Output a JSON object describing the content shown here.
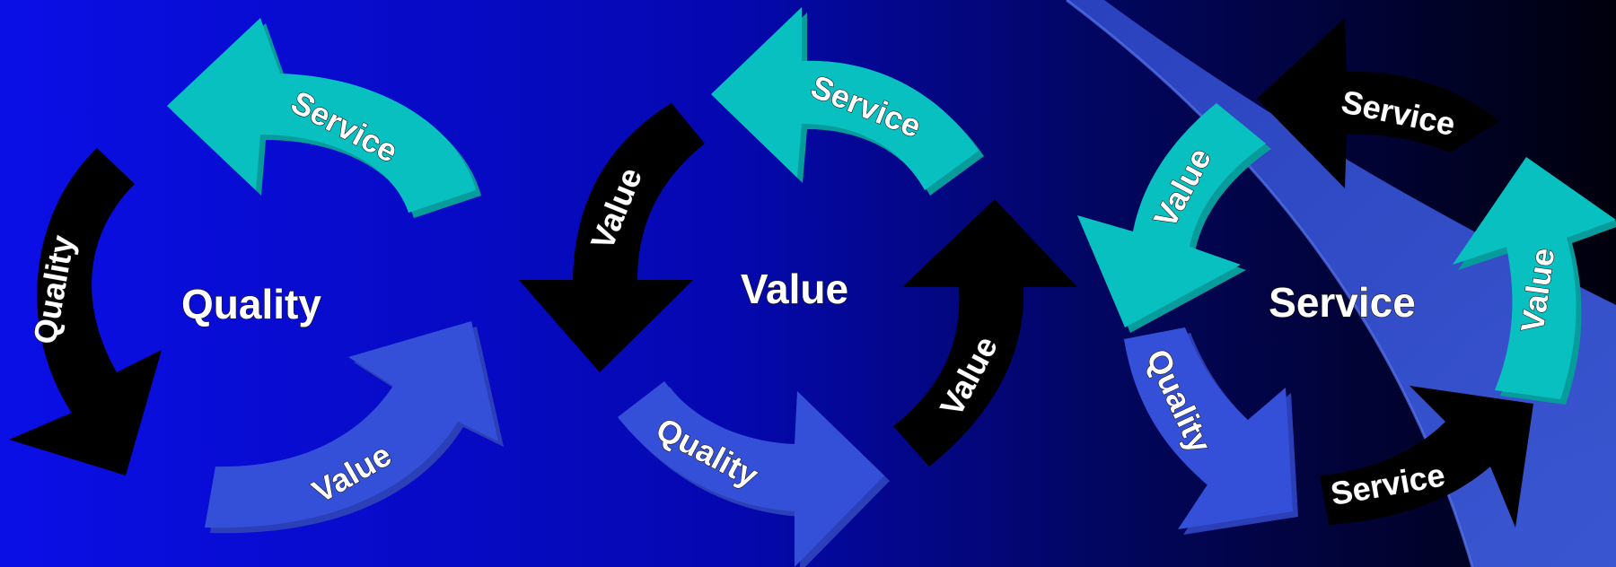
{
  "palette": {
    "cyan": "#08c0c0",
    "cyan_edge": "#079c9c",
    "black": "#000000",
    "blue": "#3550d8",
    "blue_edge": "#2a3fb8",
    "bg_left": "#0a0fe6",
    "bg_mid": "#0508a8",
    "bg_right": "#000010",
    "swoosh": "#3a55d8"
  },
  "cycles": [
    {
      "center_label": "Quality",
      "arrows": [
        {
          "label": "Service",
          "color": "cyan"
        },
        {
          "label": "Quality",
          "color": "black"
        },
        {
          "label": "Value",
          "color": "blue"
        }
      ]
    },
    {
      "center_label": "Value",
      "arrows": [
        {
          "label": "Service",
          "color": "cyan"
        },
        {
          "label": "Value",
          "color": "black"
        },
        {
          "label": "Quality",
          "color": "blue"
        },
        {
          "label": "Value",
          "color": "black"
        }
      ]
    },
    {
      "center_label": "Service",
      "arrows": [
        {
          "label": "Value",
          "color": "cyan"
        },
        {
          "label": "Service",
          "color": "black"
        },
        {
          "label": "Value",
          "color": "cyan"
        },
        {
          "label": "Service",
          "color": "black"
        },
        {
          "label": "Quality",
          "color": "blue"
        }
      ]
    }
  ]
}
